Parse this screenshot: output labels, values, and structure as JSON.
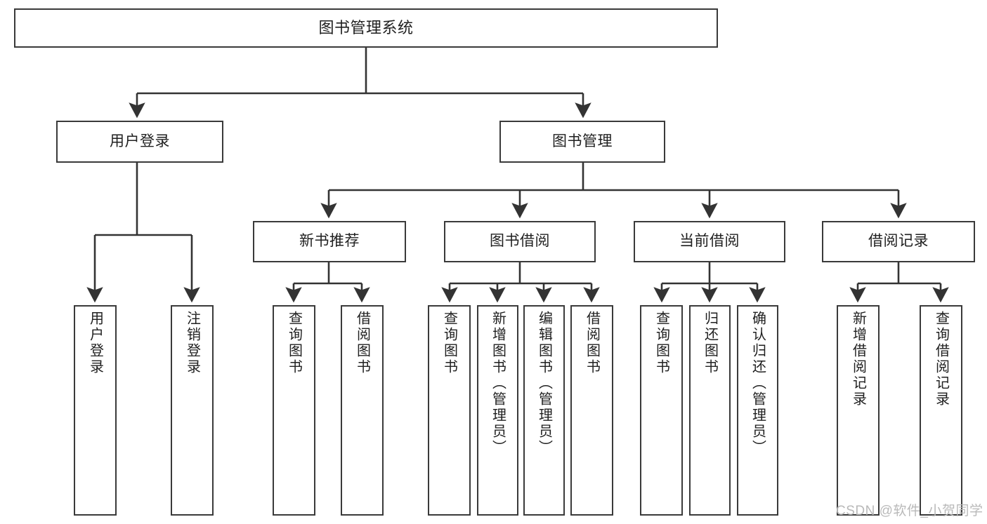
{
  "diagram": {
    "type": "tree-hierarchy",
    "title": "图书管理系统",
    "watermark": "CSDN @软件_小贺同学",
    "colors": {
      "box_border": "#3a3a3a",
      "box_fill": "#ffffff",
      "edge": "#333333",
      "text": "#1f1f1f",
      "watermark": "#b9b9b9",
      "background": "#ffffff"
    },
    "nodes": {
      "root": {
        "label": "图书管理系统"
      },
      "level2": [
        {
          "label": "用户登录"
        },
        {
          "label": "图书管理"
        }
      ],
      "level3": [
        {
          "label": "新书推荐"
        },
        {
          "label": "图书借阅"
        },
        {
          "label": "当前借阅"
        },
        {
          "label": "借阅记录"
        }
      ],
      "leaves": {
        "user_login": [
          {
            "label": "用户登录"
          },
          {
            "label": "注销登录"
          }
        ],
        "new_book_recommend": [
          {
            "label": "查询图书"
          },
          {
            "label": "借阅图书"
          }
        ],
        "book_borrow": [
          {
            "label": "查询图书"
          },
          {
            "label": "新增图书（管理员）"
          },
          {
            "label": "编辑图书（管理员）"
          },
          {
            "label": "借阅图书"
          }
        ],
        "current_borrow": [
          {
            "label": "查询图书"
          },
          {
            "label": "归还图书"
          },
          {
            "label": "确认归还（管理员）"
          }
        ],
        "borrow_record": [
          {
            "label": "新增借阅记录"
          },
          {
            "label": "查询借阅记录"
          }
        ]
      }
    }
  }
}
